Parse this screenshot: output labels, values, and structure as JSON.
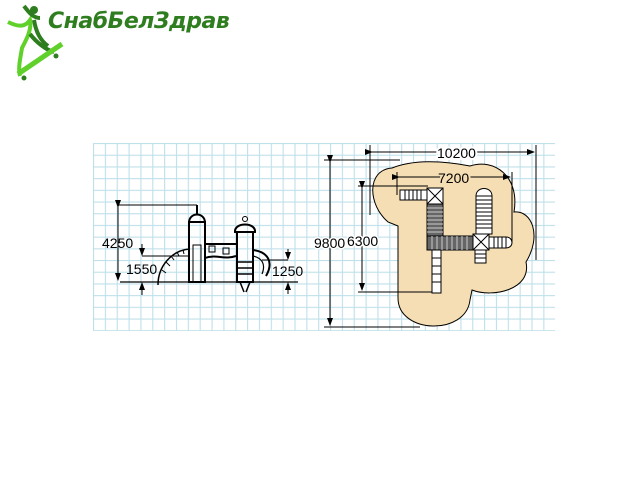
{
  "logo": {
    "text": "СнабБелЗдрав",
    "brand_color": "#2e7d1f",
    "accent_color": "#5fd12a"
  },
  "elevation": {
    "dimensions": {
      "height_total": "4250",
      "platform_height": "1550",
      "slide_height": "1250"
    }
  },
  "plan": {
    "dimensions": {
      "overall_width": "10200",
      "inner_width": "7200",
      "overall_depth": "9800",
      "inner_depth": "6300"
    }
  },
  "colors": {
    "grid": "#bfe0ea",
    "surface": "#f5deb3"
  }
}
